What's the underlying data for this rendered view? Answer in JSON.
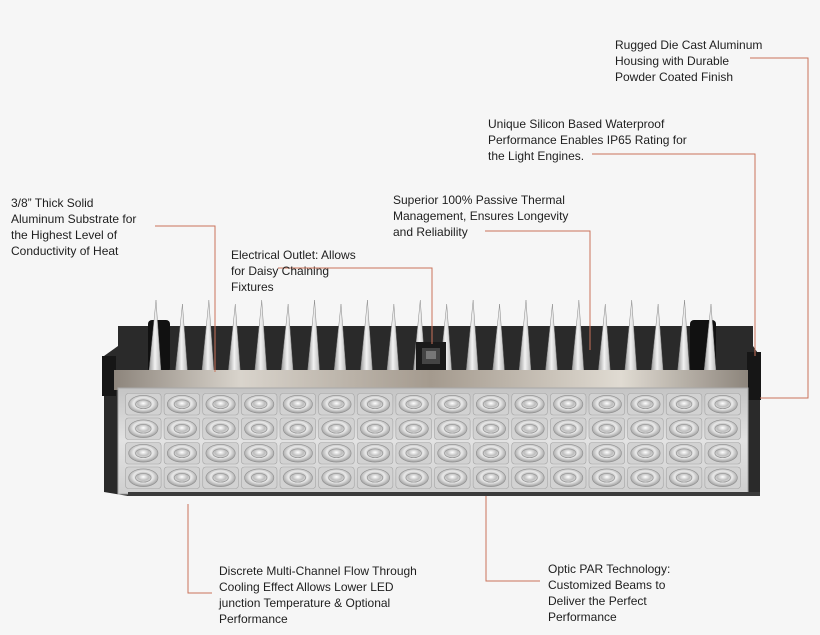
{
  "colors": {
    "leader": "#c9735a",
    "housing": "#2a2a2a",
    "fins": "#e4e4e4",
    "panel": "#dcdcdc",
    "background": "#f6f6f6"
  },
  "callouts": {
    "housing": {
      "lines": [
        "Rugged Die Cast Aluminum",
        "Housing with Durable",
        "Powder Coated Finish"
      ]
    },
    "waterproof": {
      "lines": [
        "Unique Silicon Based Waterproof",
        "Performance Enables IP65 Rating for",
        "the Light Engines."
      ]
    },
    "thermal": {
      "lines": [
        "Superior 100% Passive Thermal",
        "Management, Ensures Longevity",
        "and Reliability"
      ]
    },
    "substrate": {
      "lines": [
        "3/8” Thick Solid",
        "Aluminum Substrate for",
        "the Highest Level of",
        "Conductivity of Heat"
      ]
    },
    "outlet": {
      "lines": [
        "Electrical Outlet: Allows",
        "for Daisy Chaining",
        "Fixtures"
      ]
    },
    "flow": {
      "lines": [
        "Discrete Multi-Channel Flow Through",
        "Cooling Effect Allows Lower LED",
        "junction Temperature & Optional",
        "Performance"
      ]
    },
    "optic": {
      "lines": [
        "Optic PAR Technology:",
        "Customized Beams to",
        "Deliver the Perfect",
        "Performance"
      ]
    }
  },
  "led_grid": {
    "rows": 4,
    "columns": 16
  },
  "fin_count": 22
}
